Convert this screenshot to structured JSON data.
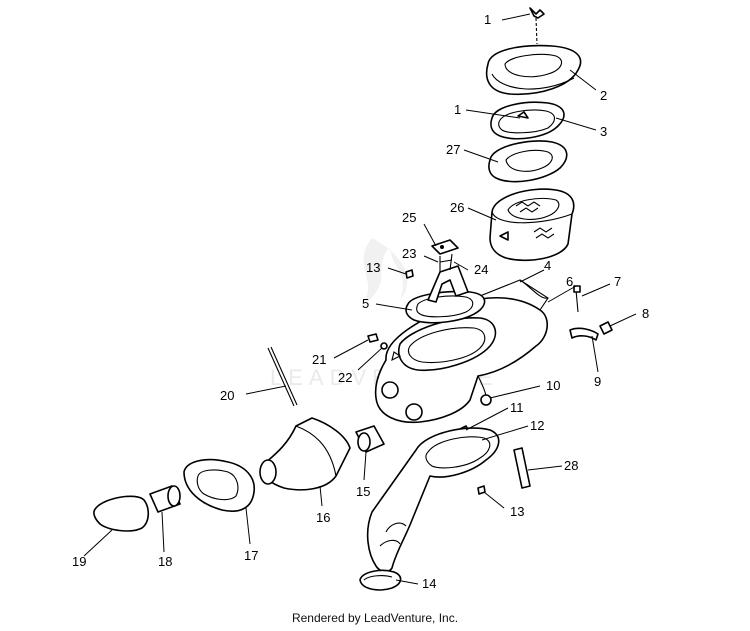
{
  "callouts": {
    "c1a": "1",
    "c1b": "1",
    "c2": "2",
    "c3": "3",
    "c27": "27",
    "c26": "26",
    "c25": "25",
    "c23": "23",
    "c24": "24",
    "c4": "4",
    "c6": "6",
    "c7": "7",
    "c8": "8",
    "c9": "9",
    "c13a": "13",
    "c5": "5",
    "c21": "21",
    "c22": "22",
    "c20": "20",
    "c10": "10",
    "c11": "11",
    "c12": "12",
    "c28": "28",
    "c13b": "13",
    "c15": "15",
    "c16": "16",
    "c17": "17",
    "c18": "18",
    "c19": "19",
    "c14": "14"
  },
  "watermark": "LEADVENTURE",
  "footer": "Rendered by LeadVenture, Inc."
}
